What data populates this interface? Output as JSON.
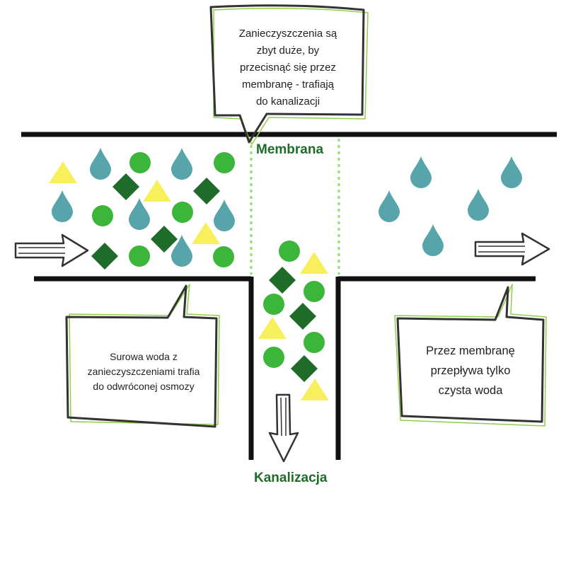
{
  "colors": {
    "water": "#57a5aa",
    "light_green": "#3cb63a",
    "dark_green": "#1f6b2a",
    "yellow": "#f8ef5c",
    "membrane": "#8ee06a",
    "label": "#1f6b2a",
    "pipe": "#111111",
    "bubble_outline": "#333333",
    "bubble_accent": "#8ccf4b"
  },
  "labels": {
    "membrane": "Membrana",
    "drain": "Kanalizacja"
  },
  "bubbles": {
    "top": [
      "Zanieczyszczenia są",
      "zbyt duże, by",
      "przecisnąć się przez",
      "membranę - trafiają",
      "do kanalizacji"
    ],
    "left": [
      "Surowa woda z",
      "zanieczyszczeniami trafia",
      "do odwróconej osmozy"
    ],
    "right": [
      "Przez membranę",
      "przepływa tylko",
      "czysta woda"
    ]
  },
  "icons": {
    "water_drop": "water-drop-icon",
    "contaminant_circle": "contaminant-circle-icon",
    "contaminant_diamond": "contaminant-diamond-icon",
    "contaminant_triangle": "contaminant-triangle-icon",
    "flow_arrow": "flow-arrow-icon"
  }
}
